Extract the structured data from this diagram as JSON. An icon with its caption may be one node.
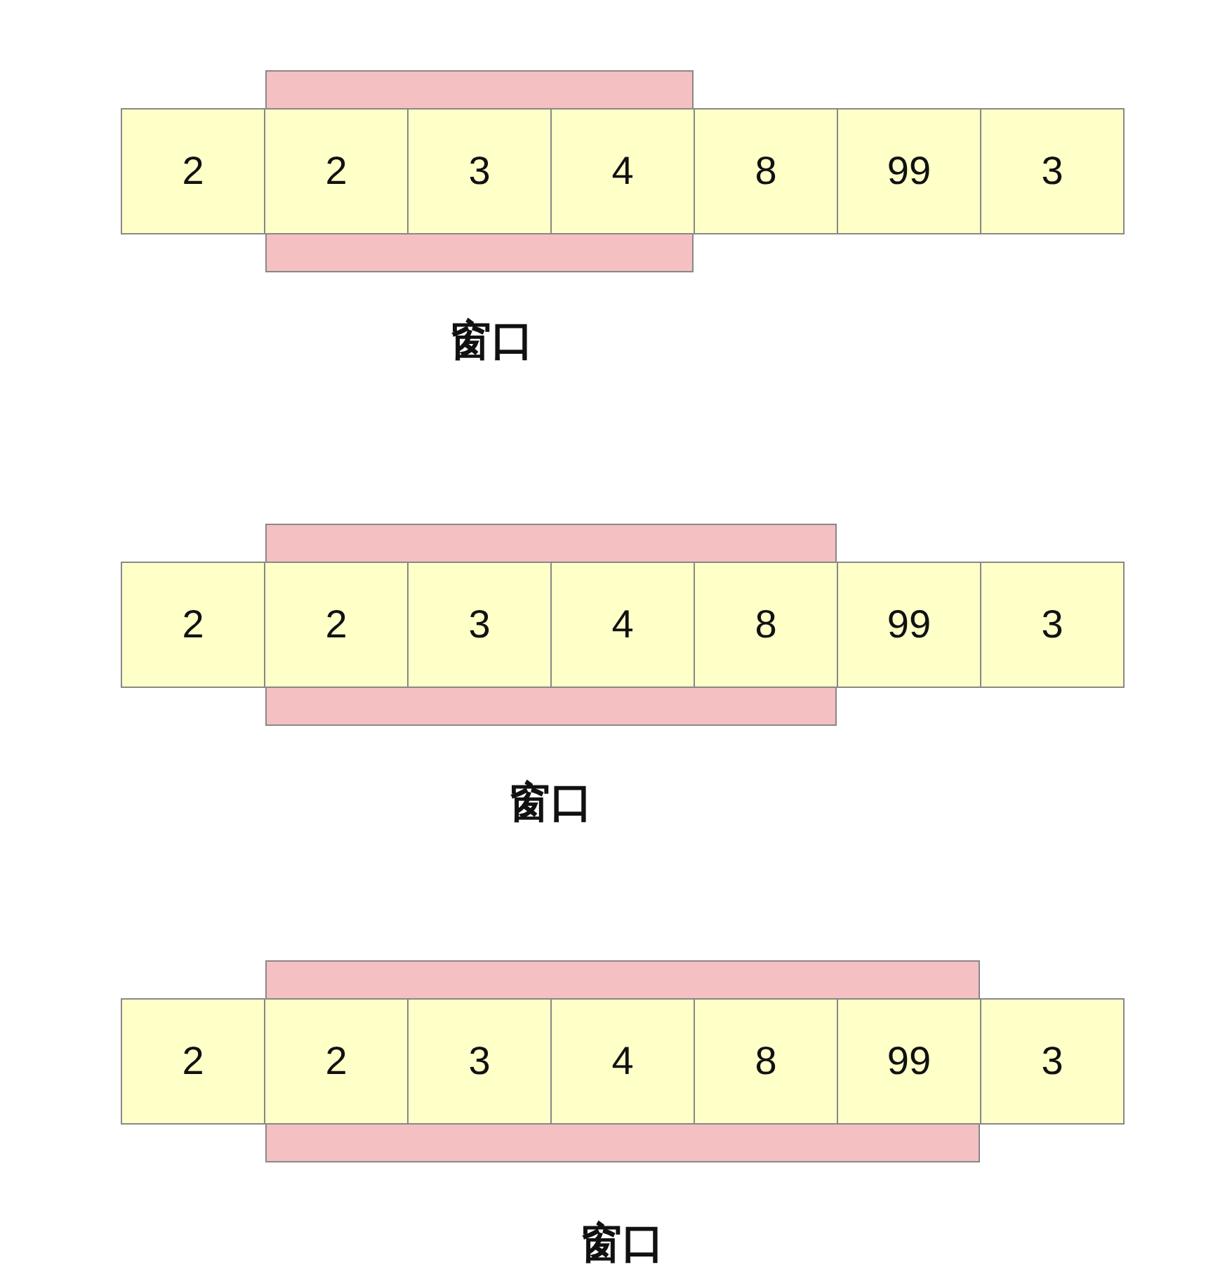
{
  "diagram": {
    "nodes": [
      {
        "text": [],
        "shape": "bar"
      },
      {
        "text": [
          "2"
        ]
      },
      {
        "text": [
          "2"
        ]
      },
      {
        "text": [
          "3"
        ]
      },
      {
        "text": [
          "4"
        ]
      },
      {
        "text": [
          "8"
        ]
      },
      {
        "text": [
          "99"
        ]
      },
      {
        "text": [
          "3"
        ]
      },
      {
        "text": [],
        "shape": "bar"
      },
      {
        "text": [],
        "shape": "bar"
      },
      {
        "text": [
          "2"
        ]
      },
      {
        "text": [
          "2"
        ]
      },
      {
        "text": [
          "3"
        ]
      },
      {
        "text": [
          "4"
        ]
      },
      {
        "text": [
          "8"
        ]
      },
      {
        "text": [
          "99"
        ]
      },
      {
        "text": [
          "3"
        ]
      },
      {
        "text": [],
        "shape": "bar"
      },
      {
        "text": [],
        "shape": "bar"
      },
      {
        "text": [
          "2"
        ]
      },
      {
        "text": [
          "2"
        ]
      },
      {
        "text": [
          "3"
        ]
      },
      {
        "text": [
          "4"
        ]
      },
      {
        "text": [
          "8"
        ]
      },
      {
        "text": [
          "99"
        ]
      },
      {
        "text": [
          "3"
        ]
      },
      {
        "text": [],
        "shape": "bar"
      }
    ],
    "labels": [
      "窗口",
      "窗口",
      "窗口"
    ]
  }
}
